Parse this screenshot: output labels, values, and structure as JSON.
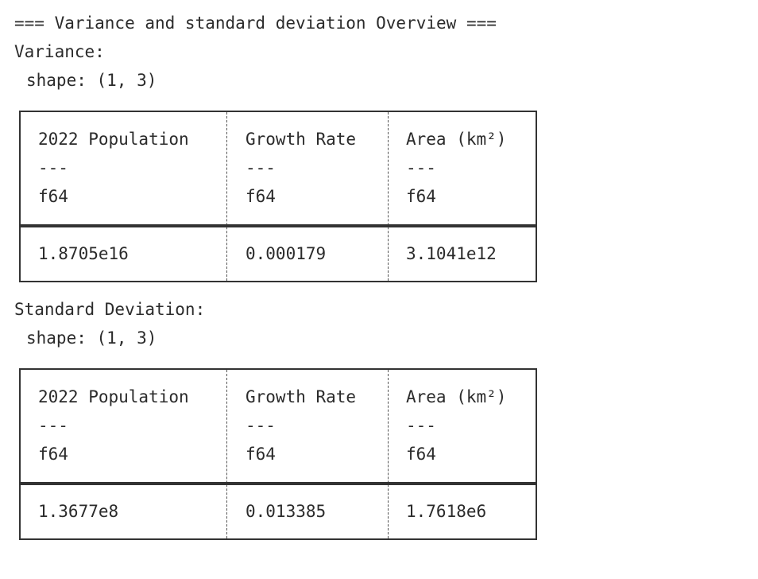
{
  "header": {
    "title": "=== Variance and standard deviation Overview ==="
  },
  "sections": [
    {
      "label": "Variance:",
      "shape": "shape: (1, 3)",
      "columns": [
        {
          "name": "2022 Population",
          "dash": "---",
          "dtype": "f64",
          "value": "1.8705e16"
        },
        {
          "name": "Growth Rate",
          "dash": "---",
          "dtype": "f64",
          "value": "0.000179"
        },
        {
          "name": "Area (km²)",
          "dash": "---",
          "dtype": "f64",
          "value": "3.1041e12"
        }
      ]
    },
    {
      "label": "Standard Deviation:",
      "shape": "shape: (1, 3)",
      "columns": [
        {
          "name": "2022 Population",
          "dash": "---",
          "dtype": "f64",
          "value": "1.3677e8"
        },
        {
          "name": "Growth Rate",
          "dash": "---",
          "dtype": "f64",
          "value": "0.013385"
        },
        {
          "name": "Area (km²)",
          "dash": "---",
          "dtype": "f64",
          "value": "1.7618e6"
        }
      ]
    }
  ]
}
